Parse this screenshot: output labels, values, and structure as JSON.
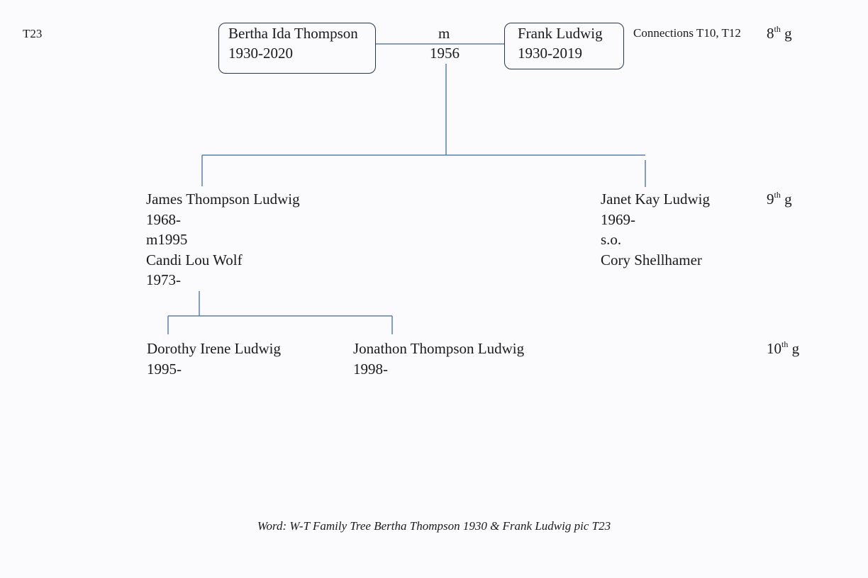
{
  "page_id": "T23",
  "connections": "Connections T10, T12",
  "generations": {
    "gen8": {
      "num": "8",
      "sup": "th",
      "suffix": " g"
    },
    "gen9": {
      "num": "9",
      "sup": "th",
      "suffix": " g"
    },
    "gen10": {
      "num": "10",
      "sup": "th",
      "suffix": " g"
    }
  },
  "couple": {
    "left": {
      "name": "Bertha Ida Thompson",
      "dates": "1930-2020"
    },
    "marriage": {
      "label": "m",
      "year": "1956"
    },
    "right": {
      "name": "Frank Ludwig",
      "dates": "1930-2019"
    }
  },
  "children": [
    {
      "lines": [
        "James Thompson Ludwig",
        "1968-",
        "m1995",
        "Candi Lou Wolf",
        "1973-"
      ]
    },
    {
      "lines": [
        "Janet Kay Ludwig",
        "1969-",
        "s.o.",
        "Cory Shellhamer"
      ]
    }
  ],
  "grandchildren": [
    {
      "lines": [
        "Dorothy Irene Ludwig",
        "1995-"
      ]
    },
    {
      "lines": [
        "Jonathon Thompson Ludwig",
        "1998-"
      ]
    }
  ],
  "footer": "Word: W-T Family Tree Bertha Thompson 1930 & Frank Ludwig pic T23",
  "colors": {
    "connector": "#5b7fb0",
    "box_border": "#2b3348"
  }
}
